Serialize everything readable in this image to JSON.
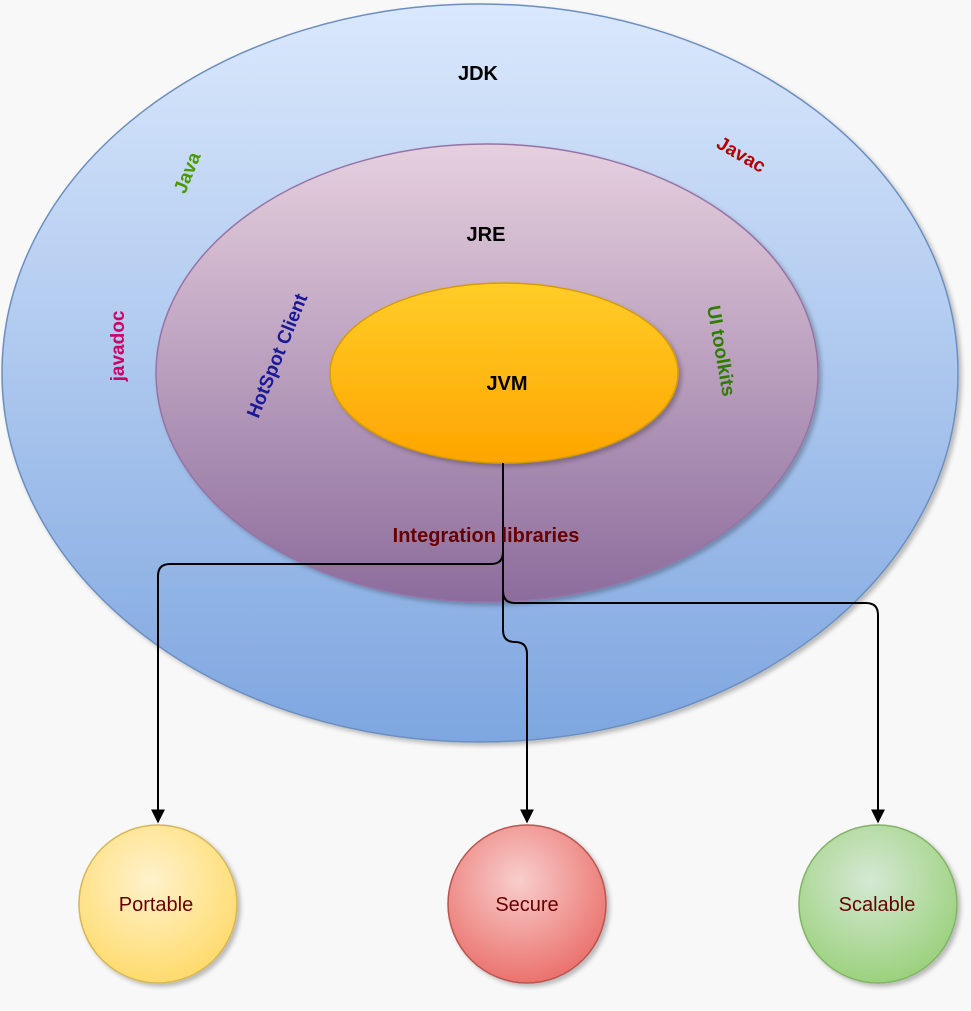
{
  "diagram": {
    "jdk": {
      "title": "JDK",
      "java": "Java",
      "javac": "Javac",
      "javadoc": "javadoc"
    },
    "jre": {
      "title": "JRE",
      "hotspot": "HotSpot Client",
      "ui_toolkits": "UI toolkits",
      "integration": "Integration libraries"
    },
    "jvm": {
      "title": "JVM"
    },
    "features": {
      "portable": "Portable",
      "secure": "Secure",
      "scalable": "Scalable"
    }
  },
  "colors": {
    "background": "#f8f8f8",
    "jdk_top": "#dae8fc",
    "jdk_bottom": "#7ea6e0",
    "jdk_stroke": "#6c8ebf",
    "jre_top": "#e6d0de",
    "jre_bottom": "#8c6c9c",
    "jre_stroke": "#9673a6",
    "jvm_top": "#ffcd28",
    "jvm_bottom": "#ffa500",
    "jvm_stroke": "#d79b00",
    "portable_fill": "#fff2cc",
    "portable_stroke": "#d6b656",
    "secure_fill": "#f8cecc",
    "secure_stroke": "#b85450",
    "scalable_fill": "#d5e8d4",
    "scalable_stroke": "#82b366",
    "java_text": "#4d9900",
    "javac_text": "#b20000",
    "javadoc_text": "#cc0066",
    "hotspot_text": "#1a1a99",
    "ui_toolkits_text": "#2d7d00",
    "integration_text": "#660000",
    "feature_text": "#660000",
    "connector": "#000000"
  }
}
